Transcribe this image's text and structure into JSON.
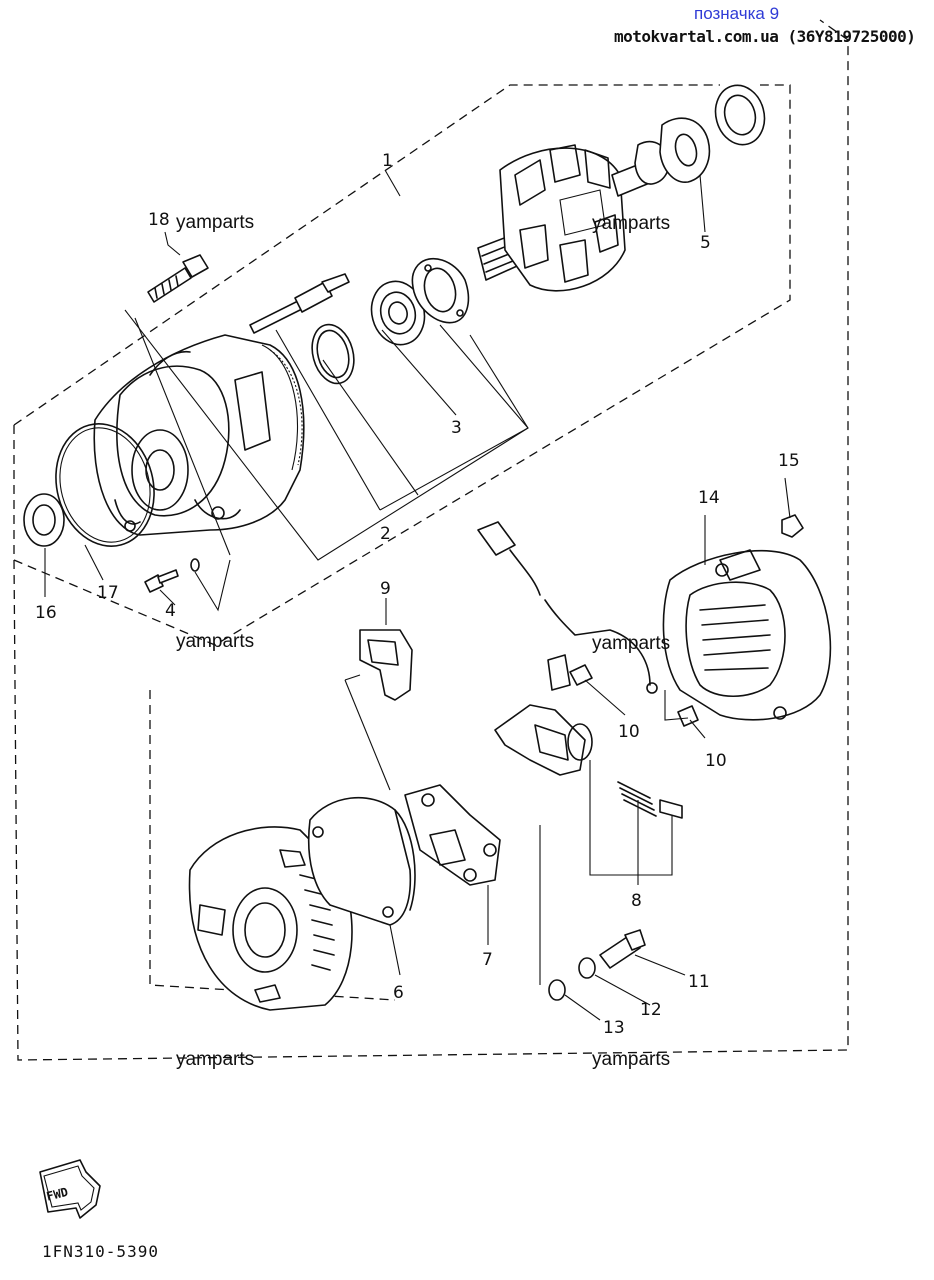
{
  "header": {
    "title": "позначка 9",
    "source": "motokvartal.com.ua (36Y819725000)"
  },
  "watermark": "yamparts",
  "callouts": [
    "1",
    "2",
    "3",
    "4",
    "5",
    "6",
    "7",
    "8",
    "9",
    "10",
    "10",
    "11",
    "12",
    "13",
    "14",
    "15",
    "16",
    "17",
    "18"
  ],
  "fwd_label": "FWD",
  "diagram_code": "1FN310-5390"
}
